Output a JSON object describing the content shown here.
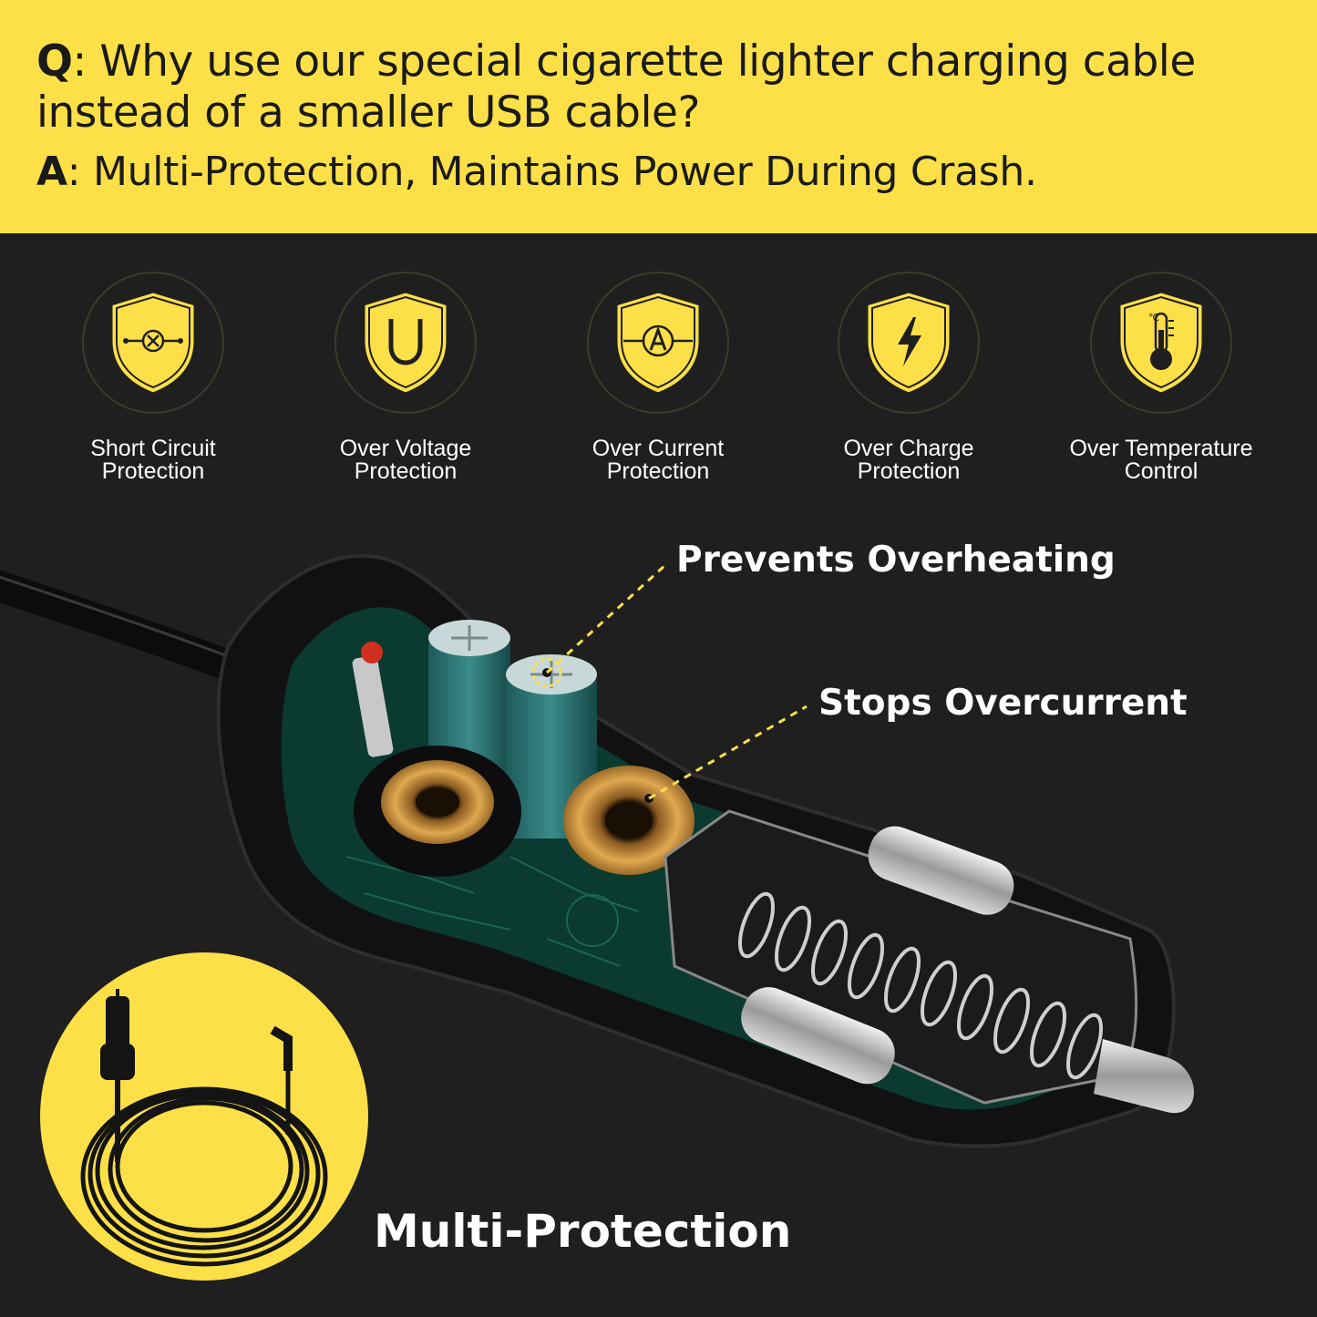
{
  "banner": {
    "q_lead": "Q",
    "q_text": ": Why use our special cigarette lighter charging cable instead of a smaller USB cable?",
    "a_lead": "A",
    "a_text": ": Multi-Protection, Maintains Power During Crash."
  },
  "features": [
    {
      "icon": "short-circuit-shield-icon",
      "line1": "Short Circuit",
      "line2": "Protection"
    },
    {
      "icon": "voltage-u-shield-icon",
      "line1": "Over Voltage",
      "line2": "Protection"
    },
    {
      "icon": "current-a-shield-icon",
      "line1": "Over Current",
      "line2": "Protection"
    },
    {
      "icon": "lightning-shield-icon",
      "line1": "Over Charge",
      "line2": "Protection"
    },
    {
      "icon": "thermometer-shield-icon",
      "line1": "Over Temperature",
      "line2": "Control",
      "unit": "℃"
    }
  ],
  "callouts": {
    "overheating": "Prevents Overheating",
    "overcurrent": "Stops Overcurrent"
  },
  "footer": {
    "title": "Multi-Protection"
  },
  "colors": {
    "accent": "#fde047",
    "background": "#1f1f1f",
    "text_dark": "#1a1a1a",
    "text_light": "#ffffff"
  }
}
